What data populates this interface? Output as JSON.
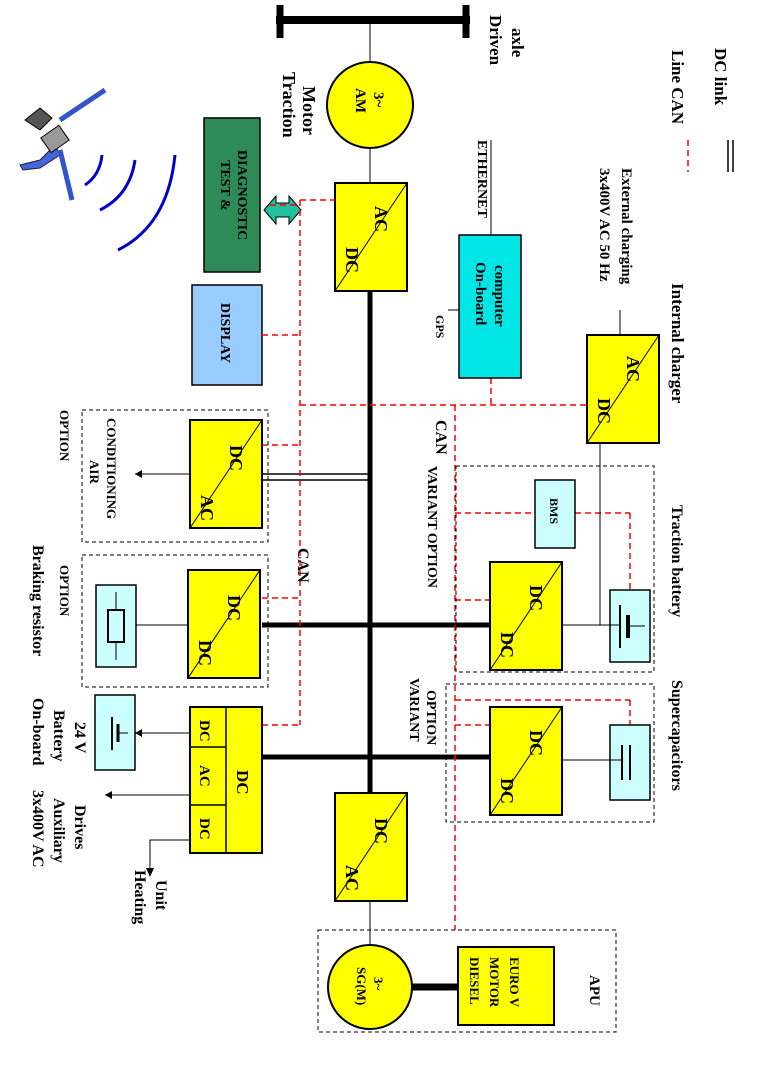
{
  "labels": {
    "driven_axle_1": "Driven",
    "driven_axle_2": "axle",
    "traction_motor_1": "Traction",
    "traction_motor_2": "Motor",
    "am_1": "AM",
    "am_2": "3~",
    "line_can": "Line CAN",
    "dc_link": "DC link",
    "test_diag_1": "TEST &",
    "test_diag_2": "DIAGNOSTIC",
    "display": "DISPLAY",
    "ethernet": "ETHERNET",
    "onboard_computer_1": "On-board",
    "onboard_computer_2": "computer",
    "gps": "GPS",
    "ext_charge_1": "3x400V AC 50 Hz",
    "ext_charge_2": "External charging",
    "internal_charger": "Internal charger",
    "can_1": "CAN",
    "can_2": "CAN",
    "option_air": "OPTION",
    "air_1": "AIR",
    "air_2": "CONDITIONING",
    "option_brake": "OPTION",
    "braking_resistor": "Braking resistor",
    "variant_option_1": "VARIANT OPTION",
    "bms": "BMS",
    "traction_battery": "Traction battery",
    "variant_option_2a": "VARIANT",
    "variant_option_2b": "OPTION",
    "supercapacitors": "Supercapacitors",
    "onboard_batt_1": "On-board",
    "onboard_batt_2": "Battery",
    "onboard_batt_3": "24 V",
    "aux_1": "3x400V AC",
    "aux_2": "Auxiliary",
    "aux_3": "Drives",
    "heating_1": "Heating",
    "heating_2": "Unit",
    "sg_1": "SG(M)",
    "sg_2": "3~",
    "diesel_1": "DIESEL",
    "diesel_2": "MOTOR",
    "diesel_3": "EURO V",
    "apu": "APU",
    "dc": "DC",
    "ac": "AC"
  },
  "colors": {
    "converter": "#ffff00",
    "aux_box": "#ccffff",
    "display": "#99ccff",
    "test_diag": "#2e8b57",
    "computer": "#00e5e5",
    "can_line": "#ff0000",
    "arrow": "#20c0a0",
    "signal": "#0000cc"
  }
}
